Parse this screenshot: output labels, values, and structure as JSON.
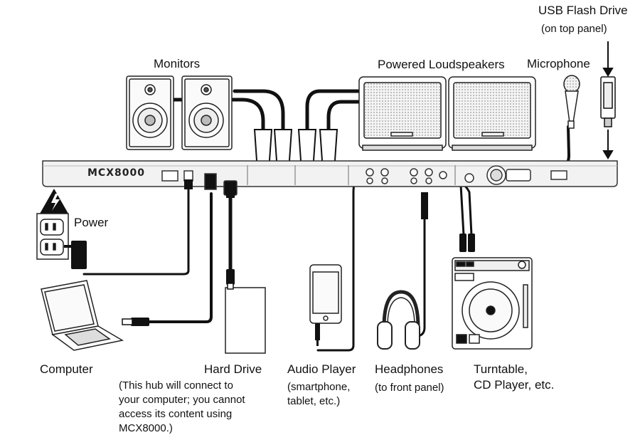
{
  "labels": {
    "usb_flash_drive": "USB Flash Drive",
    "usb_flash_drive_note": "(on top panel)",
    "monitors": "Monitors",
    "powered_loudspeakers": "Powered Loudspeakers",
    "microphone": "Microphone",
    "power": "Power",
    "computer": "Computer",
    "hard_drive": "Hard Drive",
    "hard_drive_note": [
      "(This hub will connect to",
      "your computer; you cannot",
      "access its content using",
      "MCX8000.)"
    ],
    "audio_player": "Audio Player",
    "audio_player_note": [
      "(smartphone,",
      "tablet, etc.)"
    ],
    "headphones": "Headphones",
    "headphones_note": "(to front panel)",
    "turntable": [
      "Turntable,",
      "CD Player, etc."
    ]
  },
  "device": {
    "name": "MCX8000"
  },
  "colors": {
    "line": "#111111",
    "panel": "#f2f2f2",
    "grille": "#d8d8d8"
  },
  "icons": [
    "warning-icon",
    "outlet-icon",
    "arrow-down-icon"
  ]
}
